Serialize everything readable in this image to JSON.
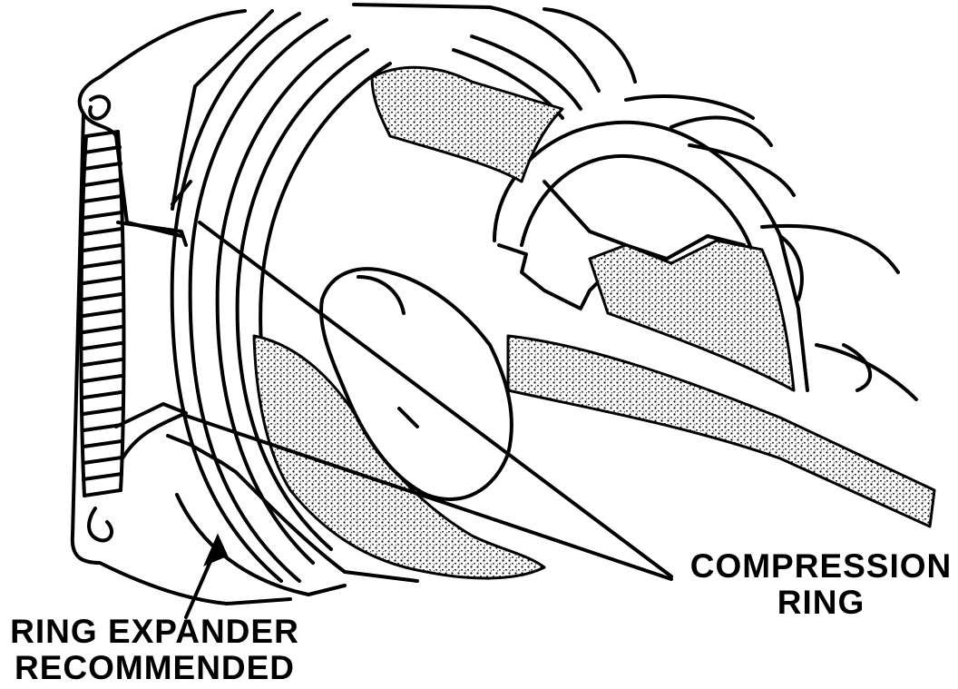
{
  "labels": {
    "compression_ring": {
      "line1": "COMPRESSION",
      "line2": "RING"
    },
    "ring_expander": {
      "line1": "RING EXPANDER",
      "line2": "RECOMMENDED"
    }
  },
  "colors": {
    "ink": "#000000",
    "paper": "#ffffff",
    "stipple": "#000000"
  }
}
